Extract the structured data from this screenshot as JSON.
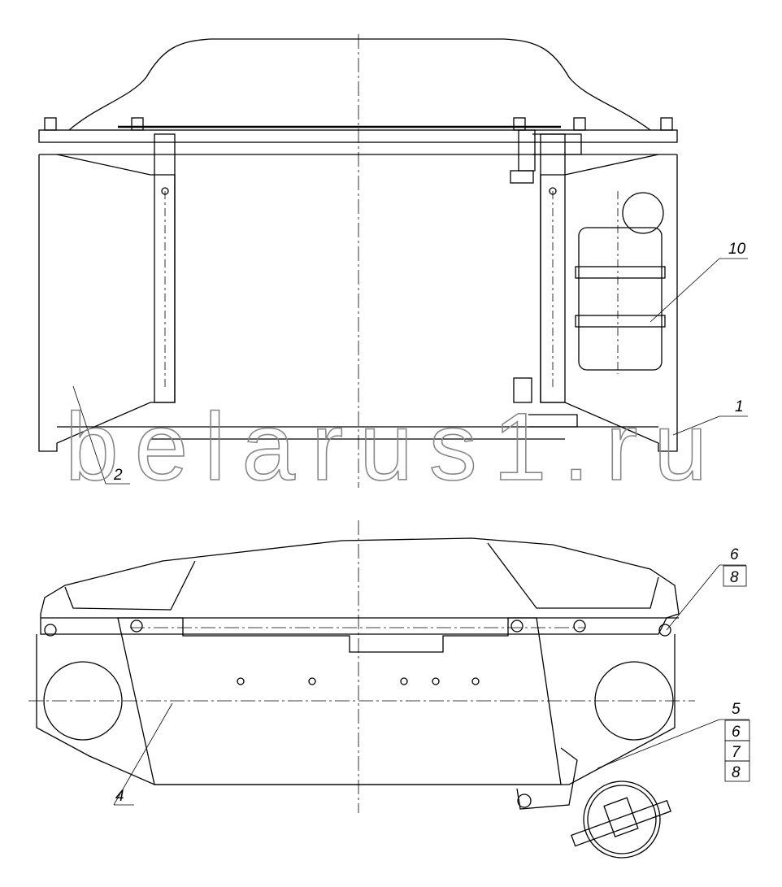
{
  "watermark": "belarus1.ru",
  "callouts": {
    "top_view": [
      {
        "id": "c10",
        "text": "10"
      },
      {
        "id": "c1",
        "text": "1"
      },
      {
        "id": "c2",
        "text": "2"
      }
    ],
    "bottom_view": [
      {
        "id": "c6a",
        "text": "6"
      },
      {
        "id": "c8a",
        "text": "8"
      },
      {
        "id": "c5",
        "text": "5"
      },
      {
        "id": "c6b",
        "text": "6"
      },
      {
        "id": "c7",
        "text": "7"
      },
      {
        "id": "c8b",
        "text": "8"
      },
      {
        "id": "c4",
        "text": "4"
      }
    ]
  }
}
